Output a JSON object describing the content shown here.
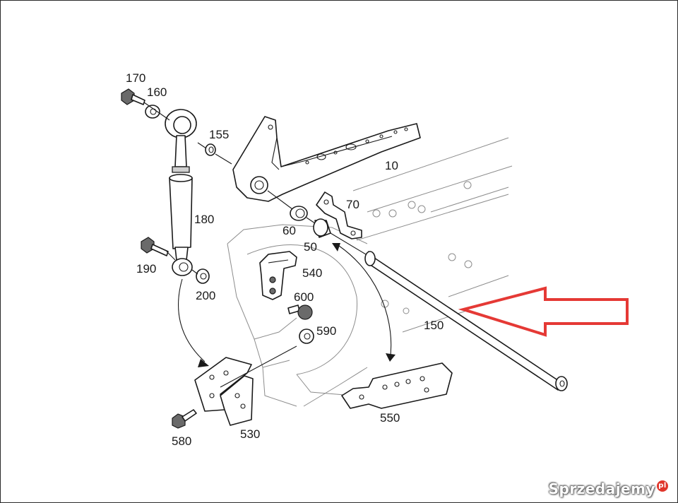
{
  "diagram": {
    "labels": {
      "p10": "10",
      "p50": "50",
      "p60": "60",
      "p70": "70",
      "p150": "150",
      "p155": "155",
      "p160": "160",
      "p170": "170",
      "p180": "180",
      "p190": "190",
      "p200": "200",
      "p530": "530",
      "p540": "540",
      "p550": "550",
      "p580": "580",
      "p590": "590",
      "p600": "600"
    },
    "arrow_color": "#e53935"
  },
  "watermark": {
    "text": "Sprzedajemy",
    "suffix": "pl"
  }
}
